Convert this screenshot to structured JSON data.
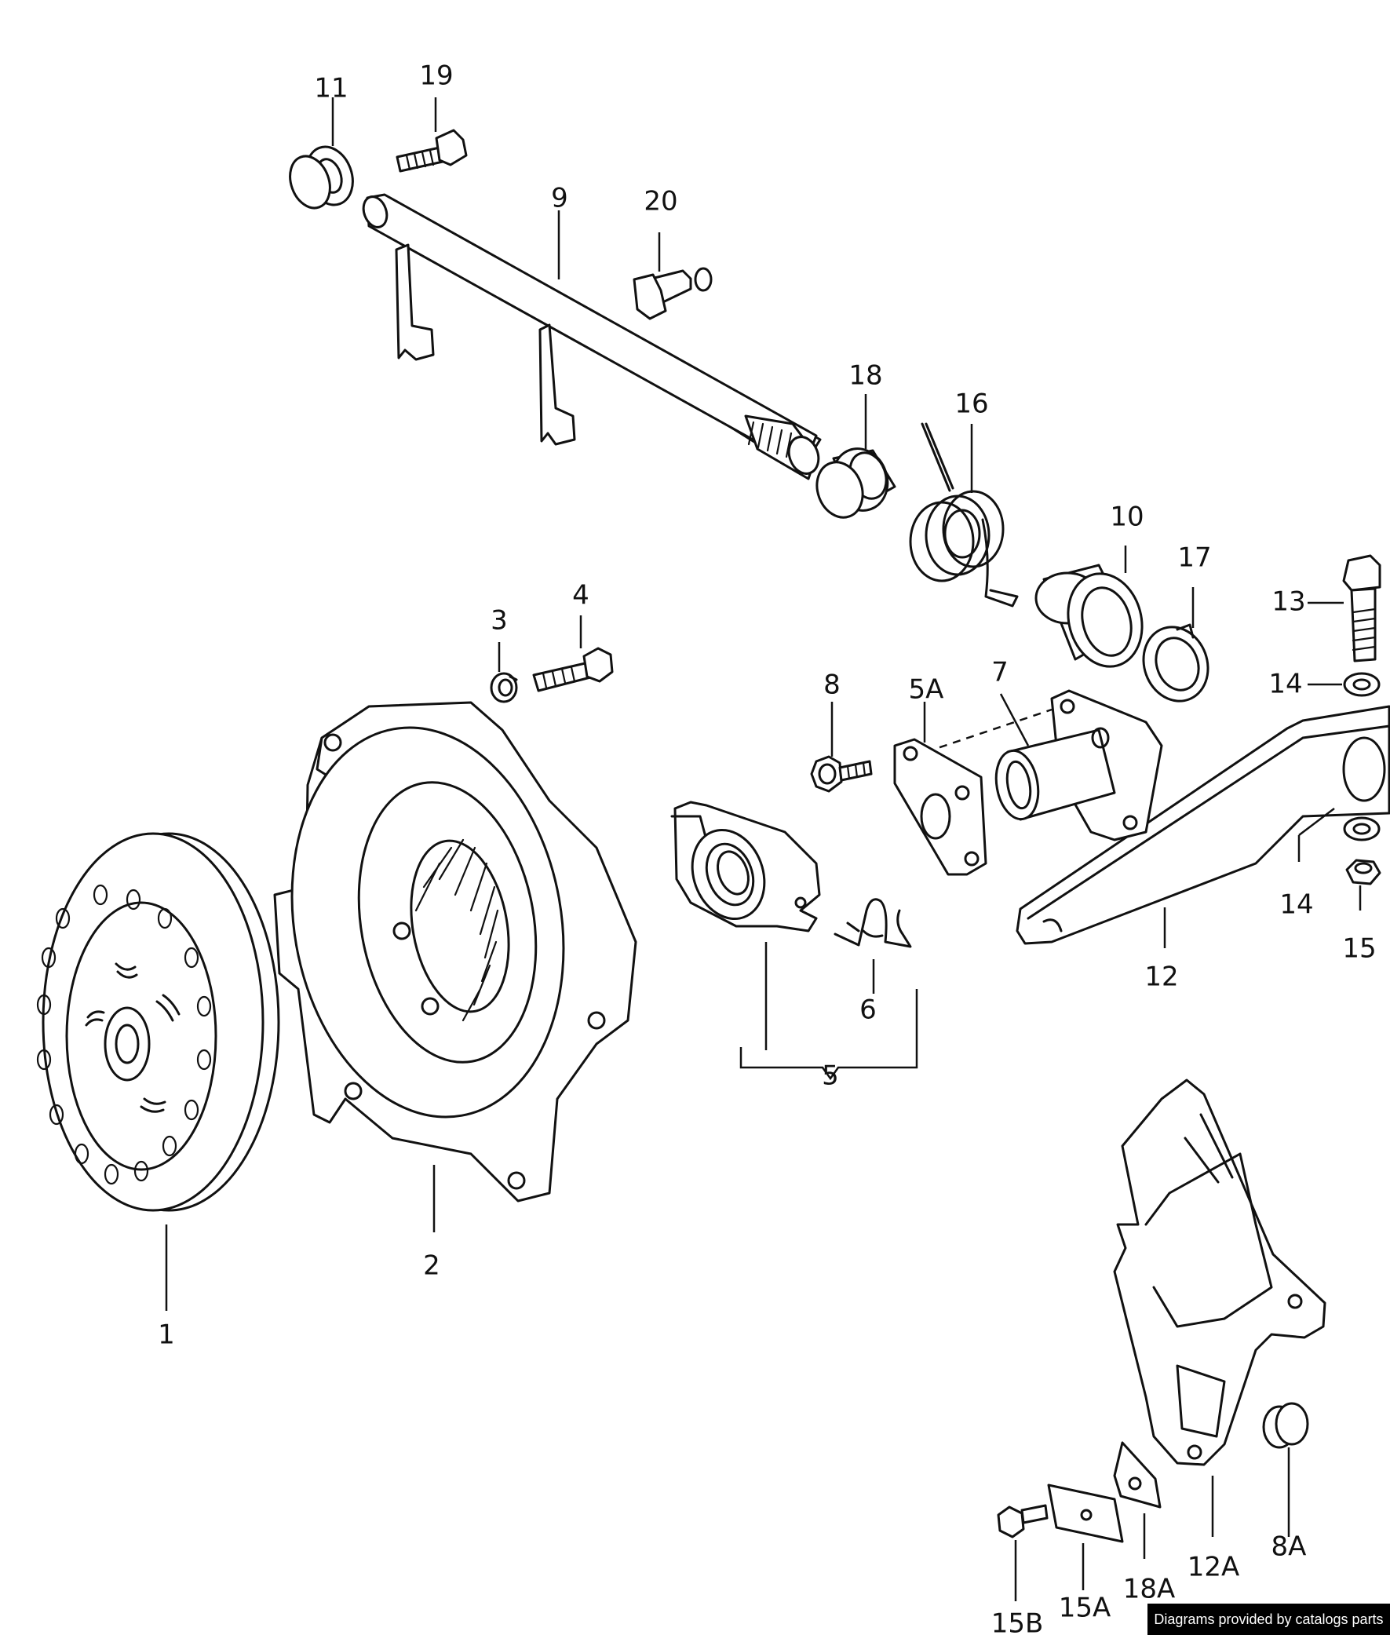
{
  "colors": {
    "line": "#111111",
    "background": "#ffffff",
    "credit_bg": "#000000",
    "credit_text": "#ffffff"
  },
  "credit": "Diagrams provided by catalogs parts",
  "callouts": {
    "p1": "1",
    "p2": "2",
    "p3": "3",
    "p4": "4",
    "p5": "5",
    "p5a": "5A",
    "p6": "6",
    "p7": "7",
    "p8": "8",
    "p8a": "8A",
    "p9": "9",
    "p10": "10",
    "p11": "11",
    "p12": "12",
    "p12a": "12A",
    "p13": "13",
    "p14_top": "14",
    "p14_bottom": "14",
    "p15": "15",
    "p15a": "15A",
    "p15b": "15B",
    "p16": "16",
    "p17": "17",
    "p18": "18",
    "p18a": "18A",
    "p19": "19",
    "p20": "20"
  }
}
